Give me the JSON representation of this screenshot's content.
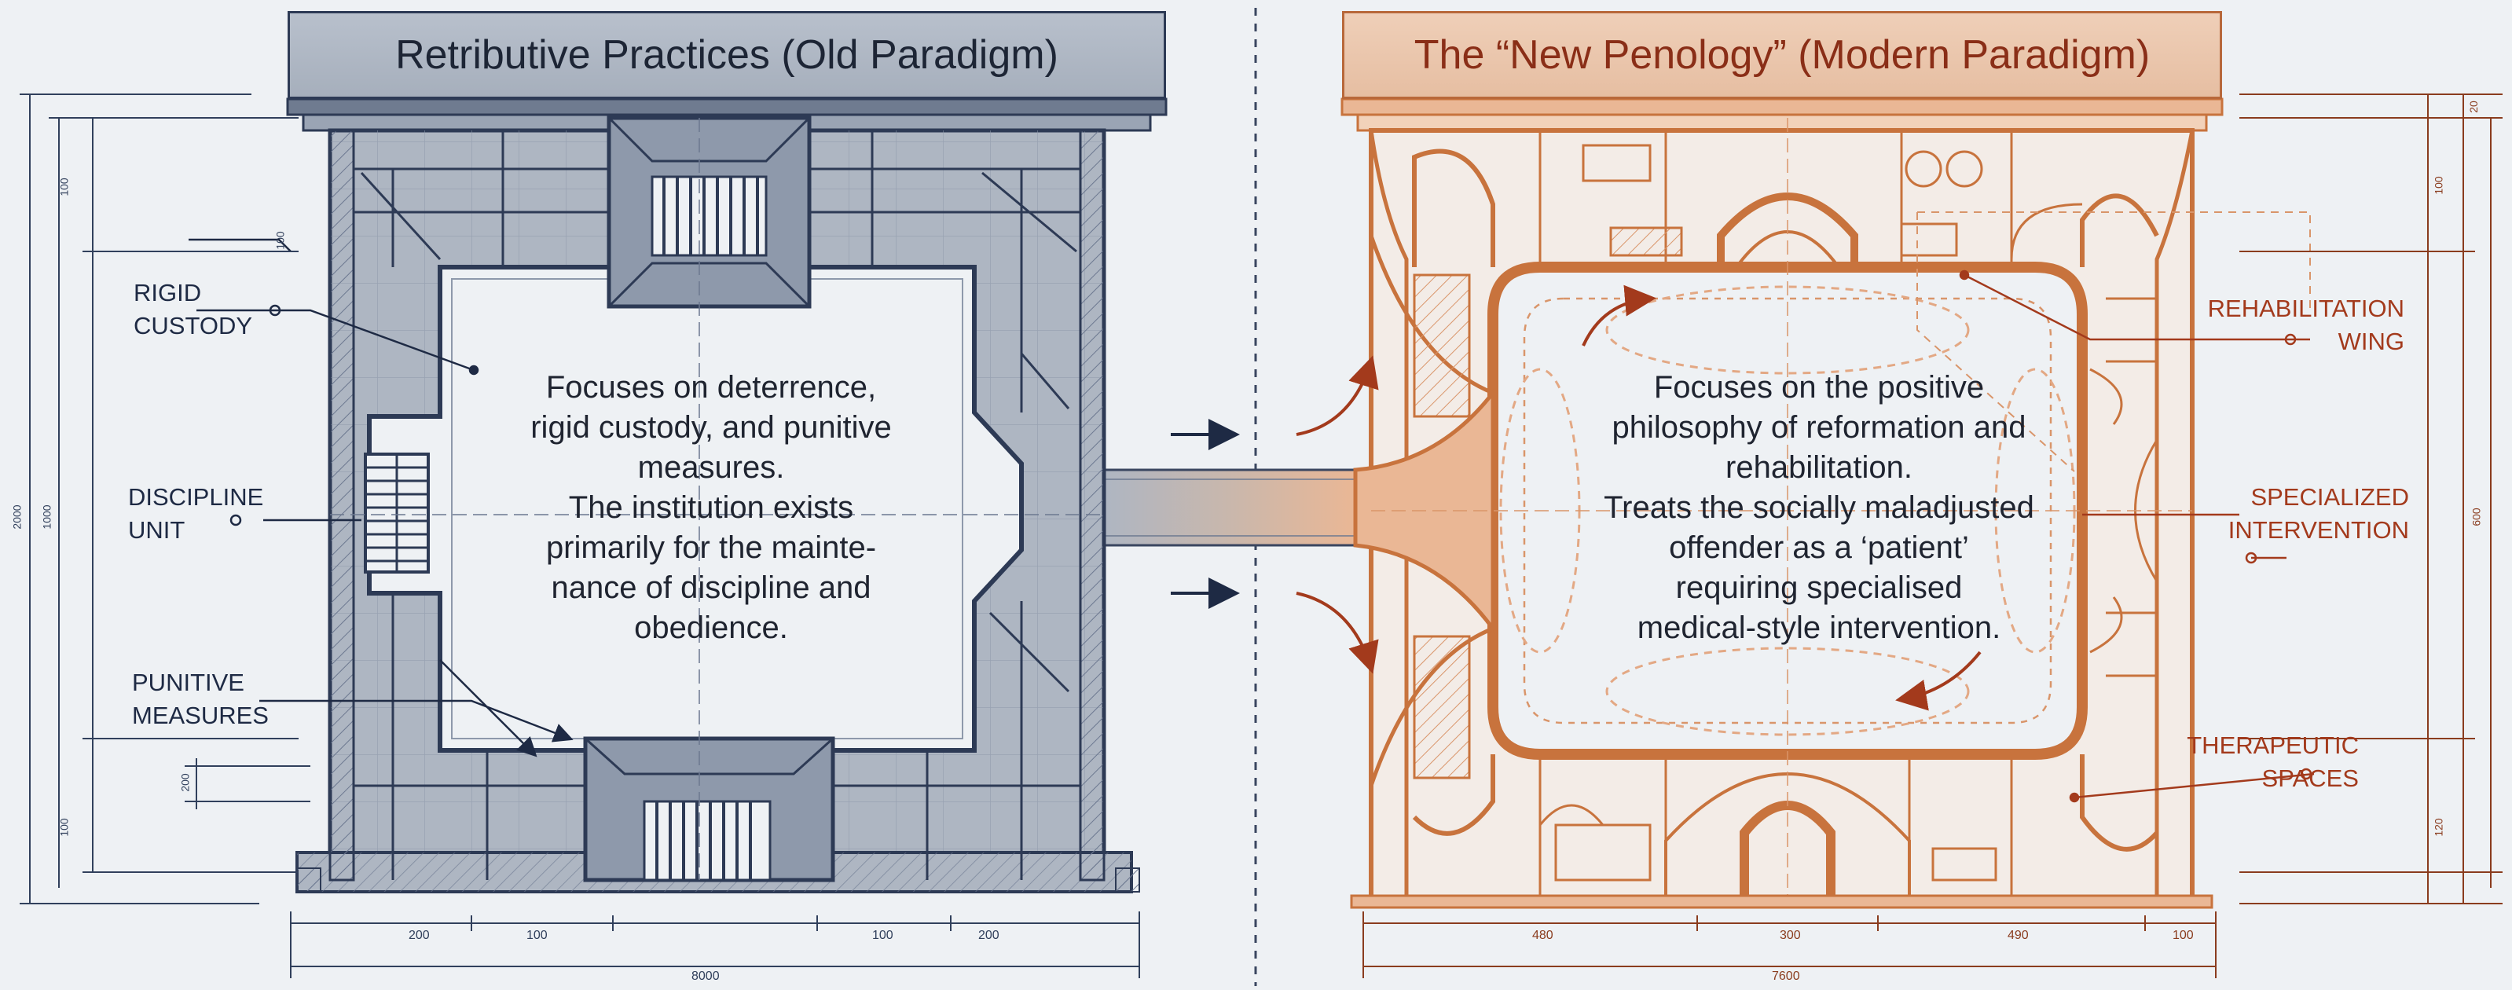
{
  "left_panel": {
    "title": "Retributive Practices (Old Paradigm)",
    "description": "Focuses on deterrence,\nrigid custody, and punitive\nmeasures.\nThe institution exists\nprimarily for the mainte-\nnance of discipline and\nobedience.",
    "callouts": {
      "rigid_custody": "RIGID\nCUSTODY",
      "discipline_unit": "DISCIPLINE\nUNIT",
      "punitive_measures": "PUNITIVE\nMEASURES"
    },
    "dimensions": {
      "bottom": [
        "200",
        "100",
        "100",
        "200"
      ],
      "total": "8000",
      "side": [
        "100",
        "2000",
        "1000",
        "100",
        "100"
      ],
      "small": "200"
    }
  },
  "right_panel": {
    "title": "The “New Penology” (Modern Paradigm)",
    "description": "Focuses on the positive\nphilosophy of reformation and\nrehabilitation.\nTreats the socially maladjusted\noffender as a ‘patient’\nrequiring specialised\nmedical-style intervention.",
    "callouts": {
      "rehabilitation_wing": "REHABILITATION\nWING",
      "specialized_intervention": "SPECIALIZED\nINTERVENTION",
      "therapeutic_spaces": "THERAPEUTIC\nSPACES"
    },
    "dimensions": {
      "bottom": [
        "480",
        "300",
        "490",
        "100"
      ],
      "total": "7600",
      "side": [
        "100",
        "600",
        "120",
        "20"
      ]
    }
  },
  "colors": {
    "left_stroke": "#2d3a55",
    "left_fill": "#aeb6c2",
    "right_stroke": "#c8733d",
    "right_fill": "#eab795",
    "right_text": "#a33a1c",
    "background": "#eef1f4"
  }
}
